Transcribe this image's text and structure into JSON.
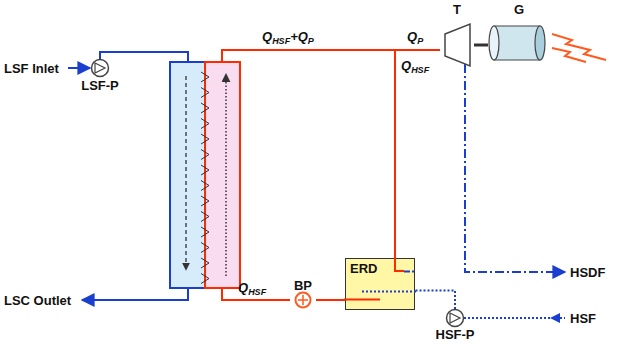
{
  "diagram": {
    "nodes": [
      {
        "text": [
          "LSF-P"
        ]
      },
      {
        "text": [
          "T"
        ]
      },
      {
        "text": [
          "G"
        ]
      },
      {
        "text": [
          "BP"
        ]
      },
      {
        "text": [
          "ERD"
        ]
      },
      {
        "text": [
          "HSF-P"
        ]
      }
    ],
    "edges": [
      {
        "from": 1,
        "to": 2,
        "arrow": "none"
      },
      {
        "from": 1,
        "to": 4,
        "arrow": "none"
      },
      {
        "from": 3,
        "to": 4,
        "arrow": "none"
      },
      {
        "from": 5,
        "to": 4,
        "arrow": "none"
      }
    ],
    "labels": [
      "LSF Inlet",
      "LSC Outlet",
      "QHSF+QP",
      "QP",
      "QHSF",
      "QHSF",
      "HSDF",
      "HSF"
    ]
  }
}
